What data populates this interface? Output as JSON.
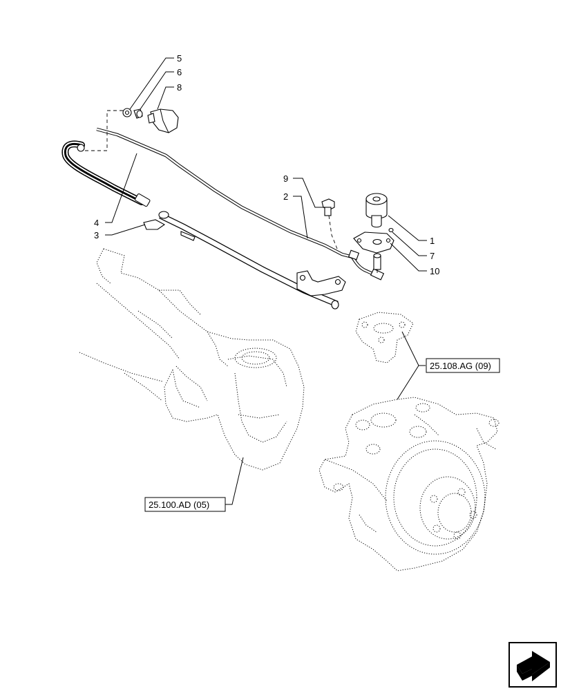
{
  "callouts": {
    "c1": "1",
    "c2": "2",
    "c3": "3",
    "c4": "4",
    "c5": "5",
    "c6": "6",
    "c7": "7",
    "c8": "8",
    "c9": "9",
    "c10": "10"
  },
  "references": {
    "r1": "25.108.AG (09)",
    "r2": "25.100.AD (05)"
  },
  "icons": {
    "nav": "next-page-arrow-icon"
  }
}
